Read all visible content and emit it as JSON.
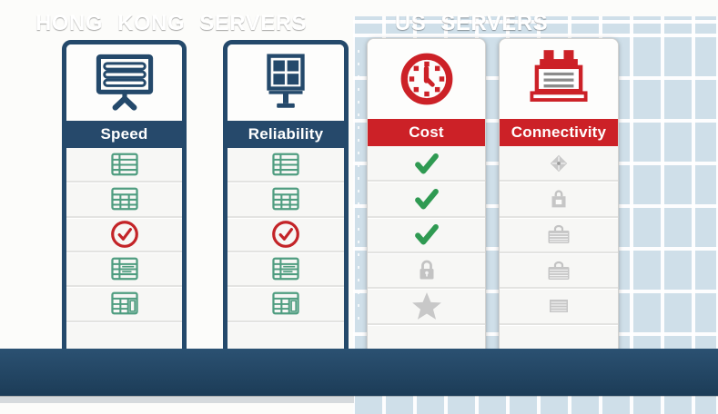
{
  "colors": {
    "navy": "#24496B",
    "navy_dark": "#1C3C57",
    "red": "#CC2127",
    "circle_red": "#C32428",
    "green": "#4F9D80",
    "check_green": "#2F9A52",
    "gray_icon": "#C3C3C3",
    "gray_line": "#8B8B8B",
    "grid_cell": "#CFDFE9",
    "row_bg": "#F7F7F5"
  },
  "columns": [
    {
      "id": "speed",
      "title": "Speed",
      "theme": "navy",
      "top_icon": "presentation-board-icon",
      "rows": [
        {
          "icon": "table-list-icon"
        },
        {
          "icon": "table-grid-icon"
        },
        {
          "icon": "check-circle-icon"
        },
        {
          "icon": "table-rows-icon"
        },
        {
          "icon": "table-calc-icon"
        },
        {
          "icon": "empty"
        }
      ]
    },
    {
      "id": "reliability",
      "title": "Reliability",
      "theme": "navy",
      "top_icon": "monitor-grid-icon",
      "rows": [
        {
          "icon": "table-list-icon"
        },
        {
          "icon": "table-grid-icon"
        },
        {
          "icon": "check-circle-icon"
        },
        {
          "icon": "table-rows-icon"
        },
        {
          "icon": "table-calc-icon"
        },
        {
          "icon": "empty"
        }
      ]
    },
    {
      "id": "cost",
      "title": "Cost",
      "theme": "red",
      "top_icon": "clock-icon",
      "rows": [
        {
          "icon": "check-icon"
        },
        {
          "icon": "check-icon"
        },
        {
          "icon": "check-icon"
        },
        {
          "icon": "lock-icon"
        },
        {
          "icon": "star-icon"
        },
        {
          "icon": "empty"
        }
      ]
    },
    {
      "id": "connectivity",
      "title": "Connectivity",
      "theme": "red",
      "top_icon": "server-building-icon",
      "rows": [
        {
          "icon": "diamond-icon"
        },
        {
          "icon": "bag-icon"
        },
        {
          "icon": "briefcase-icon"
        },
        {
          "icon": "briefcase-icon"
        },
        {
          "icon": "panel-icon"
        },
        {
          "icon": "empty"
        }
      ]
    }
  ],
  "footer": {
    "left_label": "HONG KONG SERVERS",
    "right_label": "US SERVERS"
  }
}
